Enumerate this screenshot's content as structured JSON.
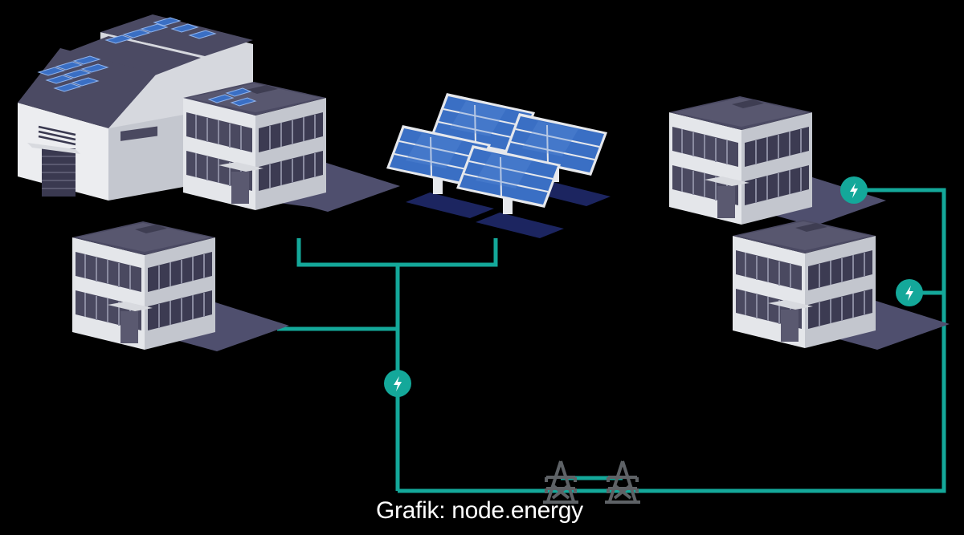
{
  "diagram": {
    "type": "energy-network",
    "caption": "Grafik: node.energy",
    "colors": {
      "grid_line": "#14A89A",
      "node_badge": "#14A89A",
      "bolt": "#FFFFFF",
      "background": "#000000",
      "roof": "#4B4A63",
      "wall_light": "#E6E8EC",
      "wall_shade": "#B9BCC6",
      "window": "#3D3C52",
      "solar_panel": "#3A6FC4",
      "shadow": "#5A5A7A",
      "pylon": "#5E6266"
    },
    "nodes": [
      {
        "id": "factory",
        "label": "factory-with-rooftop-solar",
        "icon": "factory-icon"
      },
      {
        "id": "office-attached",
        "label": "office-with-rooftop-solar",
        "icon": "office-building-icon"
      },
      {
        "id": "solar-park",
        "label": "solar-trackers",
        "icon": "solar-panel-icon"
      },
      {
        "id": "office-left",
        "label": "office-building",
        "icon": "office-building-icon"
      },
      {
        "id": "office-right-top",
        "label": "office-building",
        "icon": "office-building-icon"
      },
      {
        "id": "office-right-bottom",
        "label": "office-building",
        "icon": "office-building-icon"
      },
      {
        "id": "pylons",
        "label": "public-grid",
        "icon": "power-pylon-icon"
      }
    ],
    "meters": [
      {
        "id": "meter-main",
        "icon": "lightning-bolt-icon"
      },
      {
        "id": "meter-right-top",
        "icon": "lightning-bolt-icon"
      },
      {
        "id": "meter-right-bottom",
        "icon": "lightning-bolt-icon"
      }
    ]
  }
}
